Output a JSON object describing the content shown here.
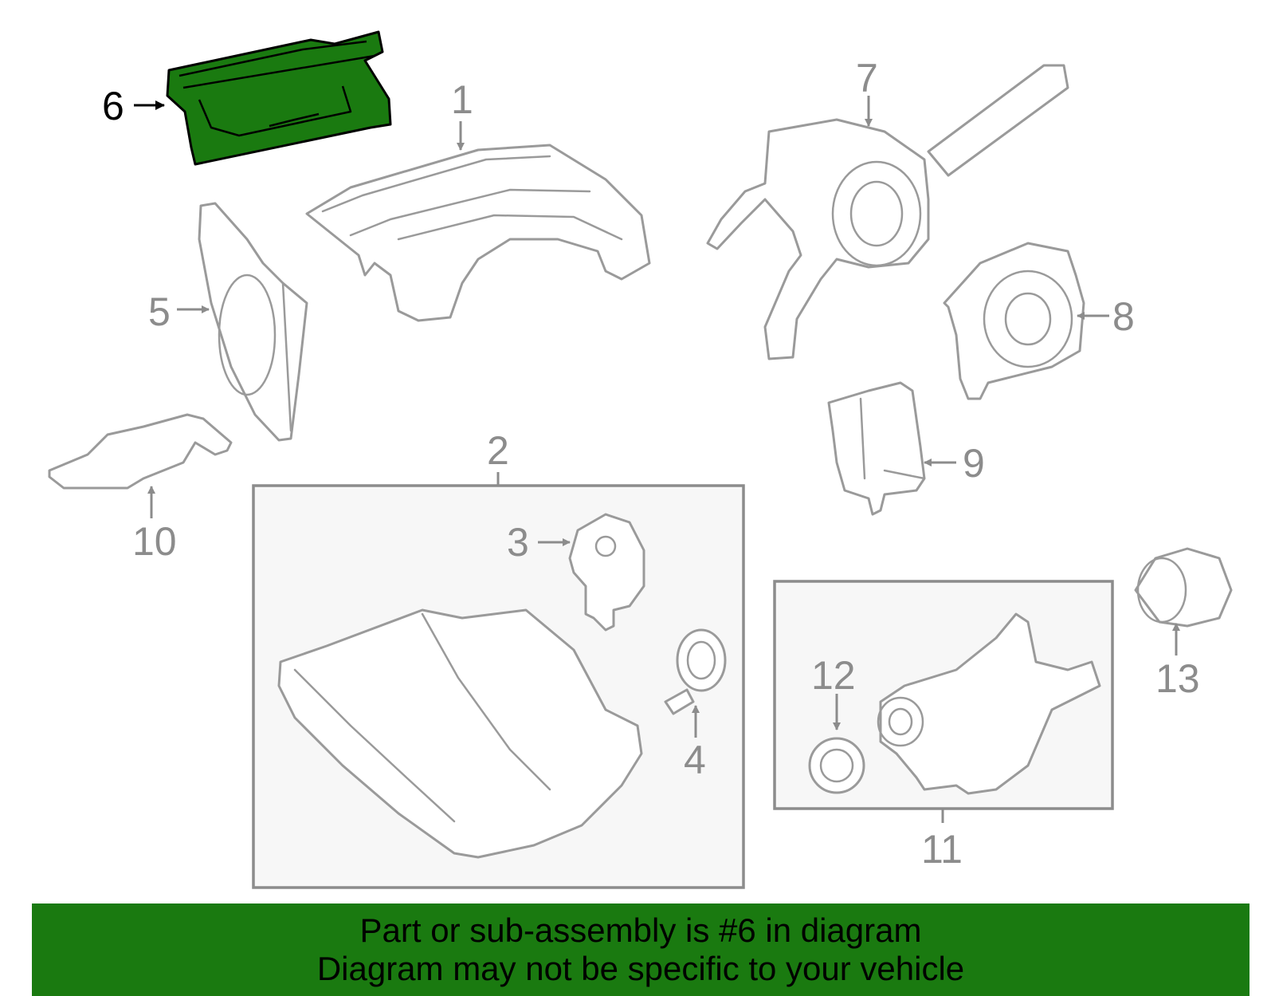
{
  "colors": {
    "highlight": "#1a7a10",
    "part_outline": "#9a9a9a",
    "callout_text": "#8c8c8c",
    "box_fill": "#f7f7f7",
    "banner_bg": "#1a7a10"
  },
  "highlighted_part": "6",
  "callouts": {
    "c1": "1",
    "c2": "2",
    "c3": "3",
    "c4": "4",
    "c5": "5",
    "c6": "6",
    "c7": "7",
    "c8": "8",
    "c9": "9",
    "c10": "10",
    "c11": "11",
    "c12": "12",
    "c13": "13"
  },
  "banner": {
    "line1": "Part or sub-assembly is #6 in diagram",
    "line2": "Diagram may not be specific to your vehicle"
  }
}
